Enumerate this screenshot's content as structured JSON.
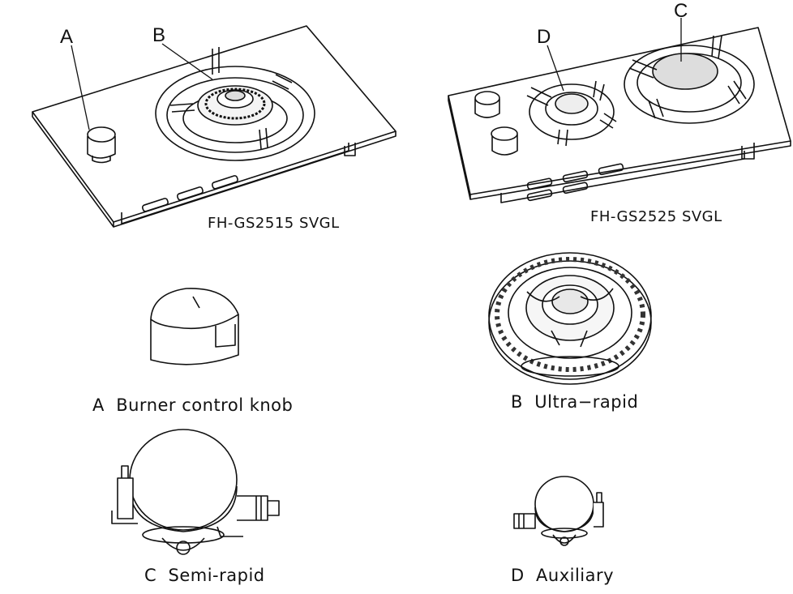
{
  "callouts": {
    "a": "A",
    "b": "B",
    "c": "C",
    "d": "D"
  },
  "models": {
    "single": "FH-GS2515 SVGL",
    "double": "FH-GS2525 SVGL"
  },
  "parts": {
    "knob": "A  Burner control knob",
    "ultra_rapid": "B  Ultra−rapid",
    "semi_rapid": "C  Semi-rapid",
    "auxiliary": "D  Auxiliary"
  }
}
